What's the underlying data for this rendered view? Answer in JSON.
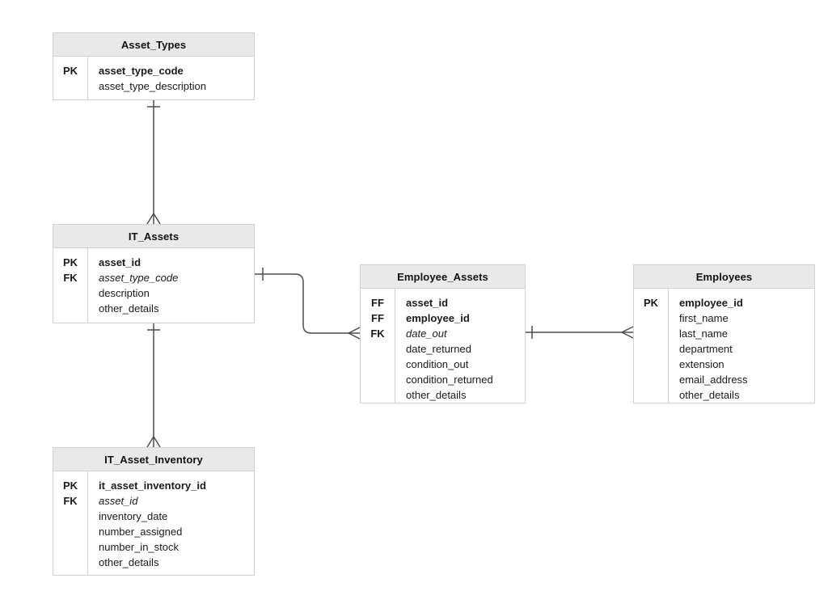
{
  "entities": [
    {
      "id": "asset_types",
      "title": "Asset_Types",
      "rows": [
        {
          "key": "PK",
          "field": "asset_type_code",
          "emphasis": "bold"
        },
        {
          "key": "",
          "field": "asset_type_description",
          "emphasis": "normal"
        }
      ]
    },
    {
      "id": "it_assets",
      "title": "IT_Assets",
      "rows": [
        {
          "key": "PK",
          "field": "asset_id",
          "emphasis": "bold"
        },
        {
          "key": "FK",
          "field": "asset_type_code",
          "emphasis": "italic"
        },
        {
          "key": "",
          "field": "description",
          "emphasis": "normal"
        },
        {
          "key": "",
          "field": "other_details",
          "emphasis": "normal"
        }
      ]
    },
    {
      "id": "employee_assets",
      "title": "Employee_Assets",
      "rows": [
        {
          "key": "FF",
          "field": "asset_id",
          "emphasis": "bold"
        },
        {
          "key": "FF",
          "field": "employee_id",
          "emphasis": "bold"
        },
        {
          "key": "FK",
          "field": "date_out",
          "emphasis": "italic"
        },
        {
          "key": "",
          "field": "date_returned",
          "emphasis": "normal"
        },
        {
          "key": "",
          "field": "condition_out",
          "emphasis": "normal"
        },
        {
          "key": "",
          "field": "condition_returned",
          "emphasis": "normal"
        },
        {
          "key": "",
          "field": "other_details",
          "emphasis": "normal"
        }
      ]
    },
    {
      "id": "employees",
      "title": "Employees",
      "rows": [
        {
          "key": "PK",
          "field": "employee_id",
          "emphasis": "bold"
        },
        {
          "key": "",
          "field": "first_name",
          "emphasis": "normal"
        },
        {
          "key": "",
          "field": "last_name",
          "emphasis": "normal"
        },
        {
          "key": "",
          "field": "department",
          "emphasis": "normal"
        },
        {
          "key": "",
          "field": "extension",
          "emphasis": "normal"
        },
        {
          "key": "",
          "field": "email_address",
          "emphasis": "normal"
        },
        {
          "key": "",
          "field": "other_details",
          "emphasis": "normal"
        }
      ]
    },
    {
      "id": "it_asset_inventory",
      "title": "IT_Asset_Inventory",
      "rows": [
        {
          "key": "PK",
          "field": "it_asset_inventory_id",
          "emphasis": "bold"
        },
        {
          "key": "FK",
          "field": "asset_id",
          "emphasis": "italic"
        },
        {
          "key": "",
          "field": "inventory_date",
          "emphasis": "normal"
        },
        {
          "key": "",
          "field": "number_assigned",
          "emphasis": "normal"
        },
        {
          "key": "",
          "field": "number_in_stock",
          "emphasis": "normal"
        },
        {
          "key": "",
          "field": "other_details",
          "emphasis": "normal"
        }
      ]
    }
  ],
  "relationships": [
    {
      "from": "Asset_Types",
      "to": "IT_Assets",
      "from_cardinality": "one",
      "to_cardinality": "many"
    },
    {
      "from": "IT_Assets",
      "to": "IT_Asset_Inventory",
      "from_cardinality": "one",
      "to_cardinality": "many"
    },
    {
      "from": "IT_Assets",
      "to": "Employee_Assets",
      "from_cardinality": "one",
      "to_cardinality": "many"
    },
    {
      "from": "Employee_Assets",
      "to": "Employees",
      "from_cardinality": "one",
      "to_cardinality": "many"
    }
  ],
  "colors": {
    "background": "#ffffff",
    "entity_header_fill": "#e9e9e9",
    "entity_border": "#d2d2d2",
    "text": "#1a1a1a",
    "connector": "#4d4d4d"
  }
}
